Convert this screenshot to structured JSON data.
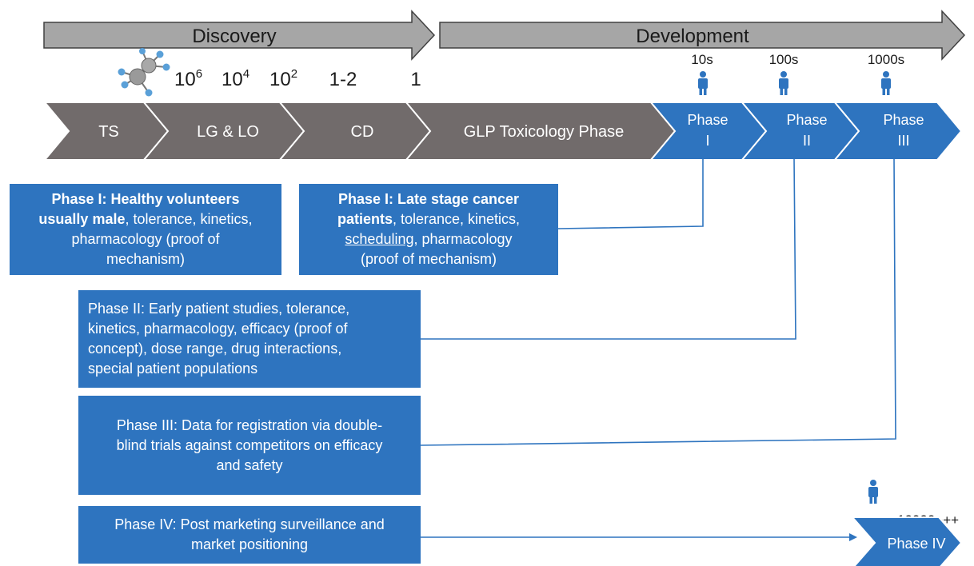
{
  "header": {
    "discovery_label": "Discovery",
    "development_label": "Development"
  },
  "compound_counts": {
    "c1": "10",
    "c1_sup": "6",
    "c2": "10",
    "c2_sup": "4",
    "c3": "10",
    "c3_sup": "2",
    "c4": "1-2",
    "c5": "1"
  },
  "participants": {
    "p1": "10s",
    "p2": "100s",
    "p3": "1000s",
    "p4": "10000+++"
  },
  "pipeline": {
    "ts": "TS",
    "lg_lo": "LG & LO",
    "cd": "CD",
    "glp": "GLP Toxicology Phase",
    "phase1": [
      "Phase",
      "I"
    ],
    "phase2": [
      "Phase",
      "II"
    ],
    "phase3": [
      "Phase",
      "III"
    ],
    "phase4": "Phase IV"
  },
  "boxes": {
    "healthy": {
      "bold1": "Phase I: Healthy volunteers",
      "bold2": "usually male",
      "rest1": ", tolerance, kinetics,",
      "rest2": "pharmacology (proof of",
      "rest3": "mechanism)"
    },
    "cancer": {
      "bold1": "Phase I: Late stage cancer",
      "bold2": "patients",
      "rest1": ", tolerance, kinetics,",
      "underlined": "scheduling",
      "rest2": ", pharmacology",
      "rest3": "(proof of mechanism)"
    },
    "phase2": {
      "l1": "Phase II: Early patient studies, tolerance,",
      "l2": "kinetics, pharmacology,  efficacy (proof of",
      "l3": "concept), dose range, drug interactions,",
      "l4": "special patient populations"
    },
    "phase3": {
      "l1": "Phase III: Data for registration via double-",
      "l2": "blind trials against competitors on efficacy",
      "l3": "and safety"
    },
    "phase4": {
      "l1": "Phase IV: Post marketing surveillance and",
      "l2": "market positioning"
    }
  },
  "colors": {
    "blue": "#2e74bf",
    "dark_gray": "#716b6b",
    "light_gray": "#a6a6a6",
    "connector": "#2e74bf"
  },
  "icons": [
    "molecule-icon",
    "person-icon"
  ]
}
